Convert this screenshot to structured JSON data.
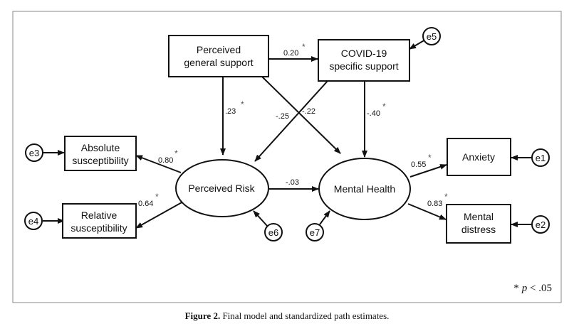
{
  "nodes": {
    "pgs": {
      "line1": "Perceived",
      "line2": "general support"
    },
    "covid": {
      "line1": "COVID-19",
      "line2": "specific support"
    },
    "abs": {
      "line1": "Absolute",
      "line2": "susceptibility"
    },
    "rel": {
      "line1": "Relative",
      "line2": "susceptibility"
    },
    "risk": {
      "label": "Perceived Risk"
    },
    "mh": {
      "label": "Mental Health"
    },
    "anx": {
      "label": "Anxiety"
    },
    "md": {
      "line1": "Mental",
      "line2": "distress"
    }
  },
  "errors": {
    "e1": "e1",
    "e2": "e2",
    "e3": "e3",
    "e4": "e4",
    "e5": "e5",
    "e6": "e6",
    "e7": "e7"
  },
  "paths": {
    "pgs_covid": {
      "value": "0.20",
      "star": "*"
    },
    "pgs_risk": {
      "value": ".23",
      "star": "*"
    },
    "covid_risk": {
      "value": "-.25",
      "star": ""
    },
    "pgs_mh": {
      "value": "-.22",
      "star": ""
    },
    "covid_mh": {
      "value": "-.40",
      "star": "*"
    },
    "risk_abs": {
      "value": "0.80",
      "star": "*"
    },
    "risk_rel": {
      "value": "0.64",
      "star": "*"
    },
    "risk_mh": {
      "value": "-.03",
      "star": ""
    },
    "mh_anx": {
      "value": "0.55",
      "star": "*"
    },
    "mh_md": {
      "value": "0.83",
      "star": "*"
    }
  },
  "note": {
    "star": "*",
    "p": "p",
    "rest": " < .05"
  },
  "caption": {
    "label": "Figure 2.",
    "text": " Final model and standardized path estimates."
  }
}
